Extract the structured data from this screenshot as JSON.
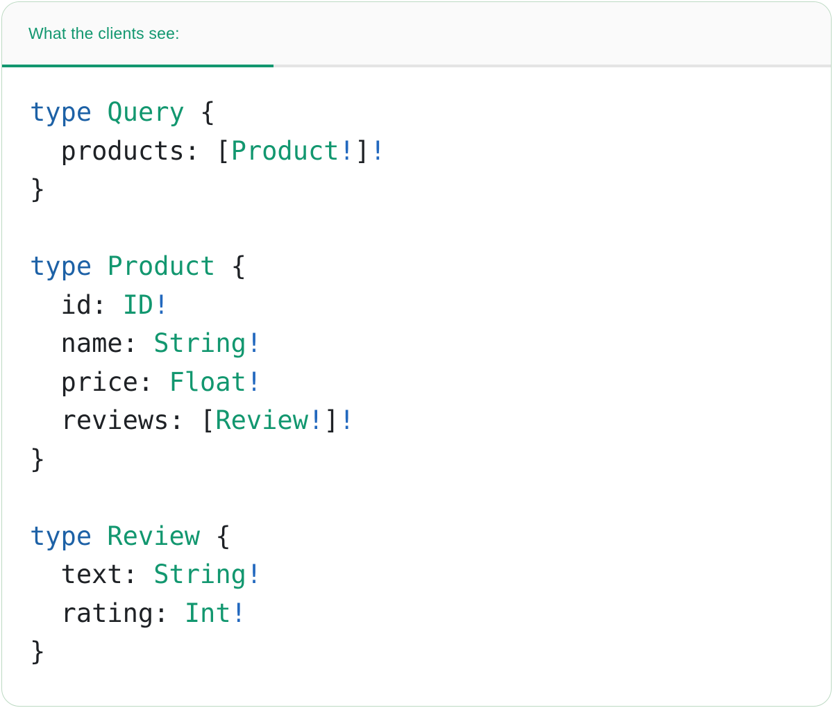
{
  "tab": {
    "label": "What the clients see:"
  },
  "colors": {
    "green": "#12976F",
    "kw": "#1D61A6",
    "bang": "#2268BE",
    "text": "#1E2125",
    "tabbg": "#FAFAFA",
    "divider": "#E4E4E4",
    "border": "#BCD9C2",
    "cardbg": "#FFFFFF",
    "pagebg": "#FFFFFF"
  },
  "code": {
    "plain_text": "type Query {\n  products: [Product!]!\n}\n\ntype Product {\n  id: ID!\n  name: String!\n  price: Float!\n  reviews: [Review!]!\n}\n\ntype Review {\n  text: String!\n  rating: Int!\n}",
    "lines": [
      [
        {
          "c": "kw",
          "t": "type"
        },
        {
          "c": "pl",
          "t": " "
        },
        {
          "c": "ty",
          "t": "Query"
        },
        {
          "c": "pl",
          "t": " {"
        }
      ],
      [
        {
          "c": "pl",
          "t": "  products: ["
        },
        {
          "c": "ty",
          "t": "Product"
        },
        {
          "c": "bg",
          "t": "!"
        },
        {
          "c": "pl",
          "t": "]"
        },
        {
          "c": "bg",
          "t": "!"
        }
      ],
      [
        {
          "c": "pl",
          "t": "}"
        }
      ],
      [],
      [
        {
          "c": "kw",
          "t": "type"
        },
        {
          "c": "pl",
          "t": " "
        },
        {
          "c": "ty",
          "t": "Product"
        },
        {
          "c": "pl",
          "t": " {"
        }
      ],
      [
        {
          "c": "pl",
          "t": "  id: "
        },
        {
          "c": "ty",
          "t": "ID"
        },
        {
          "c": "bg",
          "t": "!"
        }
      ],
      [
        {
          "c": "pl",
          "t": "  name: "
        },
        {
          "c": "ty",
          "t": "String"
        },
        {
          "c": "bg",
          "t": "!"
        }
      ],
      [
        {
          "c": "pl",
          "t": "  price: "
        },
        {
          "c": "ty",
          "t": "Float"
        },
        {
          "c": "bg",
          "t": "!"
        }
      ],
      [
        {
          "c": "pl",
          "t": "  reviews: ["
        },
        {
          "c": "ty",
          "t": "Review"
        },
        {
          "c": "bg",
          "t": "!"
        },
        {
          "c": "pl",
          "t": "]"
        },
        {
          "c": "bg",
          "t": "!"
        }
      ],
      [
        {
          "c": "pl",
          "t": "}"
        }
      ],
      [],
      [
        {
          "c": "kw",
          "t": "type"
        },
        {
          "c": "pl",
          "t": " "
        },
        {
          "c": "ty",
          "t": "Review"
        },
        {
          "c": "pl",
          "t": " {"
        }
      ],
      [
        {
          "c": "pl",
          "t": "  text: "
        },
        {
          "c": "ty",
          "t": "String"
        },
        {
          "c": "bg",
          "t": "!"
        }
      ],
      [
        {
          "c": "pl",
          "t": "  rating: "
        },
        {
          "c": "ty",
          "t": "Int"
        },
        {
          "c": "bg",
          "t": "!"
        }
      ],
      [
        {
          "c": "pl",
          "t": "}"
        }
      ]
    ]
  }
}
